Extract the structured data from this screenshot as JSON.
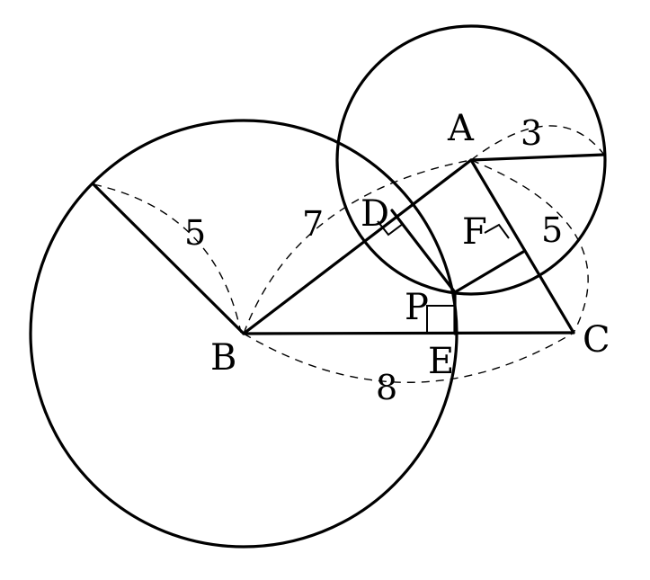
{
  "points": {
    "A": "A",
    "B": "B",
    "C": "C",
    "D": "D",
    "E": "E",
    "F": "F",
    "P": "P"
  },
  "lengths": {
    "radius_big": "5",
    "AB": "7",
    "radius_small": "3",
    "AC": "5",
    "BC": "8"
  },
  "colors": {
    "ink": "#000000",
    "background": "#ffffff"
  }
}
